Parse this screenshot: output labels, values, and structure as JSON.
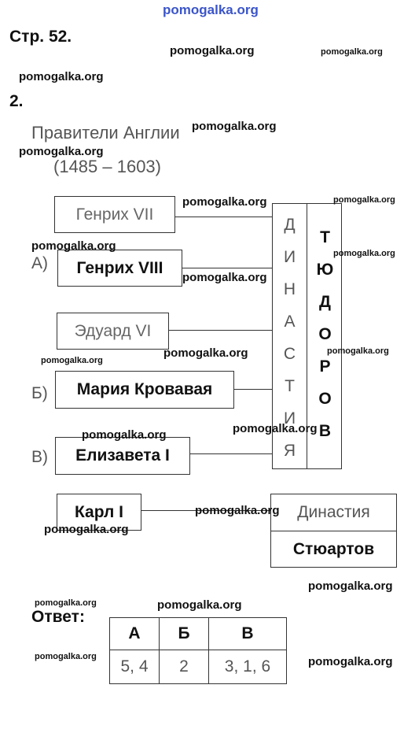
{
  "page": {
    "page_label": "Стр. 52.",
    "task_number": "2.",
    "title_line1": "Правители Англии",
    "title_line2": "(1485 – 1603)"
  },
  "rulers": [
    {
      "letter": "",
      "name": "Генрих VII"
    },
    {
      "letter": "А)",
      "name": "Генрих VIII"
    },
    {
      "letter": "",
      "name": "Эдуард VI"
    },
    {
      "letter": "Б)",
      "name": "Мария Кровавая"
    },
    {
      "letter": "В)",
      "name": "Елизавета I"
    },
    {
      "letter": "",
      "name": "Карл I"
    }
  ],
  "dynasty_tudor": {
    "word_letters": [
      "Д",
      "И",
      "Н",
      "А",
      "С",
      "Т",
      "И",
      "Я"
    ],
    "name_letters": [
      "Т",
      "Ю",
      "Д",
      "О",
      "Р",
      "О",
      "В"
    ]
  },
  "dynasty_stuart": {
    "line1": "Династия",
    "line2": "Стюартов"
  },
  "answer": {
    "label": "Ответ:",
    "headers": [
      "А",
      "Б",
      "В"
    ],
    "values": [
      "5, 4",
      "2",
      "3, 1, 6"
    ]
  },
  "watermark": {
    "text": "pomogalka.org"
  }
}
